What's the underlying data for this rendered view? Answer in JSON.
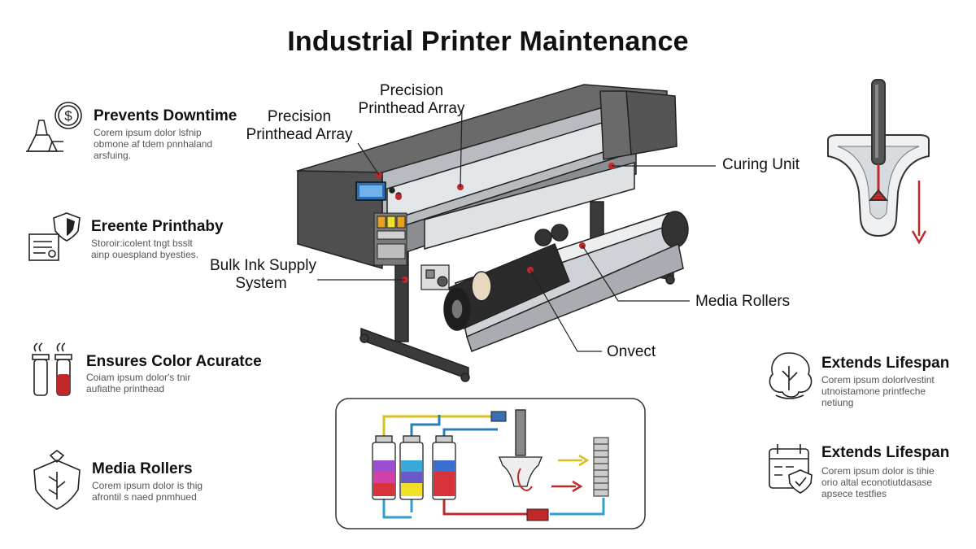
{
  "title": "Industrial Printer Maintenance",
  "features_left": [
    {
      "heading": "Prevents Downtime",
      "body": [
        "Corem ipsum dolor lsfnip",
        "obmone af tdem pnnhaland",
        "arsfuing."
      ],
      "icon": "money-gear-icon"
    },
    {
      "heading": "Ereente Printhaby",
      "body": [
        "Storoir:icolent tngt bsslt",
        "ainp ouespland byesties."
      ],
      "icon": "shield-certificate-icon"
    },
    {
      "heading": "Ensures Color Acuratce",
      "body": [
        "Coiam ipsum dolor's tnir",
        "aufiathe printhead"
      ],
      "icon": "ink-tubes-icon"
    },
    {
      "heading": "Media Rollers",
      "body": [
        "Corem ipsum dolor is thig",
        "afrontil s naed pnmhued"
      ],
      "icon": "shield-leaf-icon"
    }
  ],
  "features_right": [
    {
      "heading": "Extends Lifespan",
      "body": [
        "Corem ipsum dolorlvestint",
        "utnoistamone printfeche",
        "netiung"
      ],
      "icon": "tree-lifespan-icon"
    },
    {
      "heading": "Extends Lifespan",
      "body": [
        "Corem ipsum dolor is tihie",
        "orio altal econotiutdasase",
        "apsece testfies"
      ],
      "icon": "calendar-shield-icon"
    }
  ],
  "callouts": {
    "precision_top": [
      "Precision",
      "Printhead Array"
    ],
    "precision_left": [
      "Precision",
      "Printhead Array"
    ],
    "curing": "Curing Unit",
    "bulk_ink": [
      "Bulk Ink Supply",
      "System"
    ],
    "media_rollers": "Media Rollers",
    "onvect": "Onvect"
  },
  "colors": {
    "accent_red": "#c0282a",
    "ink_cyan": "#29a8d8",
    "ink_magenta": "#d040a8",
    "ink_yellow": "#f2e028",
    "ink_black": "#222222",
    "printer_body": "#555555"
  }
}
